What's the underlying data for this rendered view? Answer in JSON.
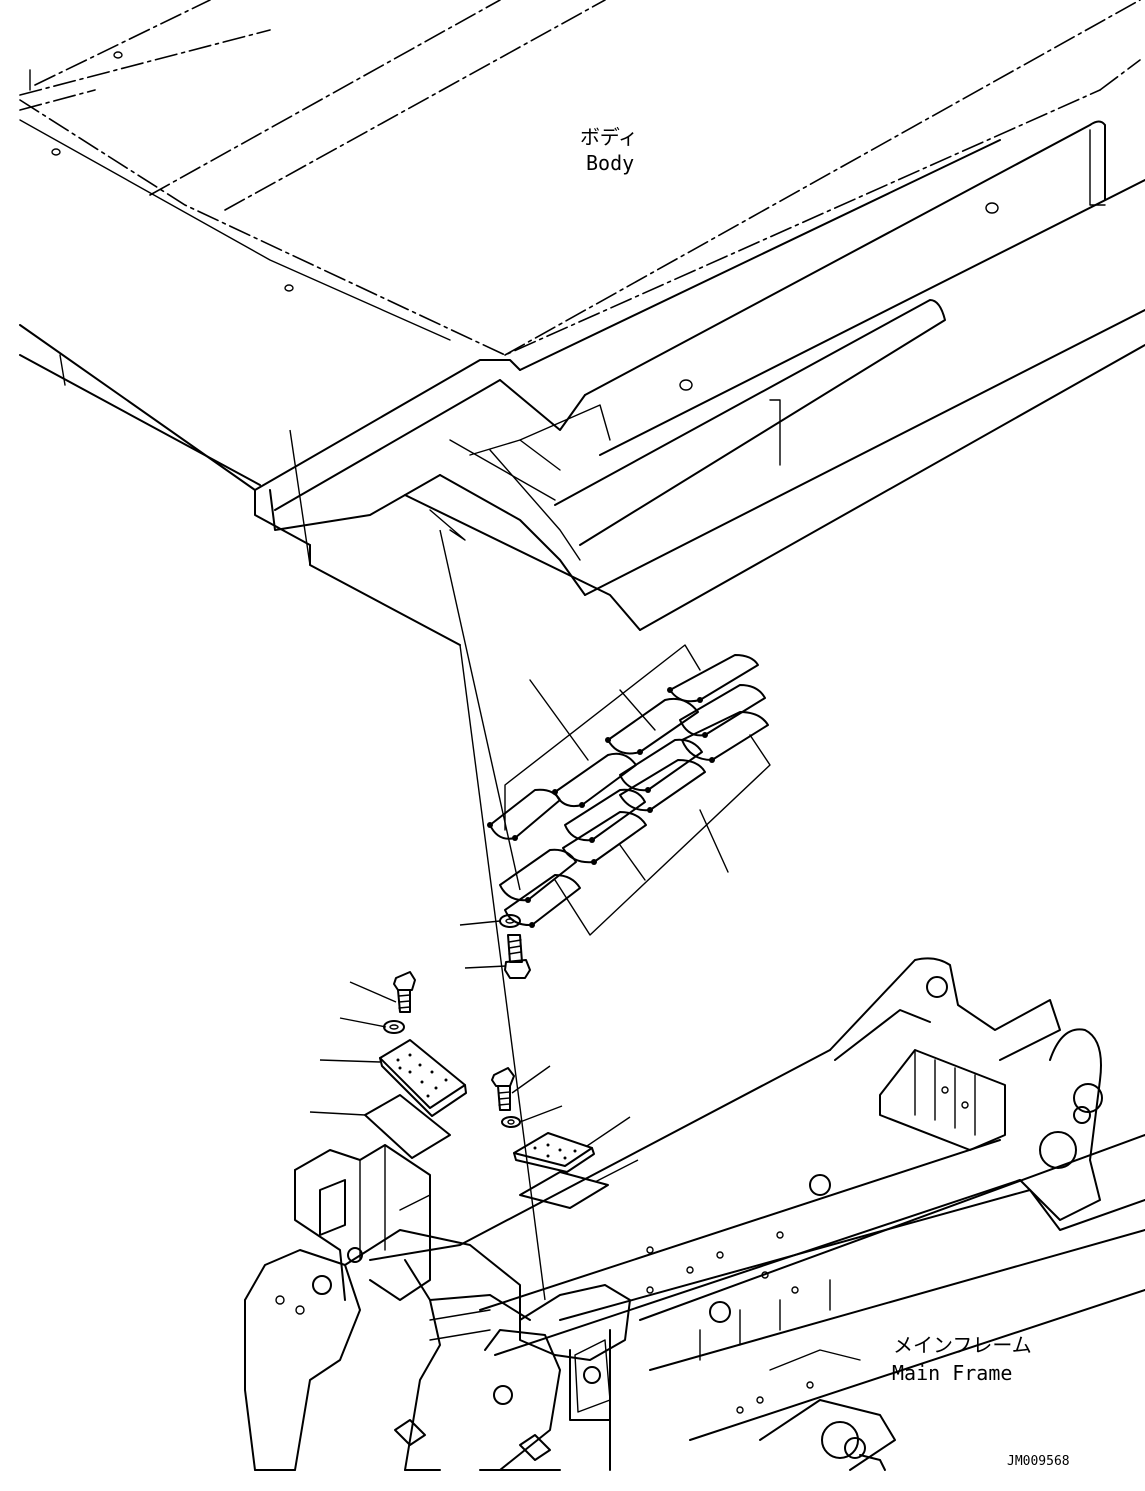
{
  "labels": {
    "body_jp": "ボディ",
    "body_en": "Body",
    "frame_jp": "メインフレーム",
    "frame_en": "Main Frame",
    "drawing_id": "JM009568"
  }
}
